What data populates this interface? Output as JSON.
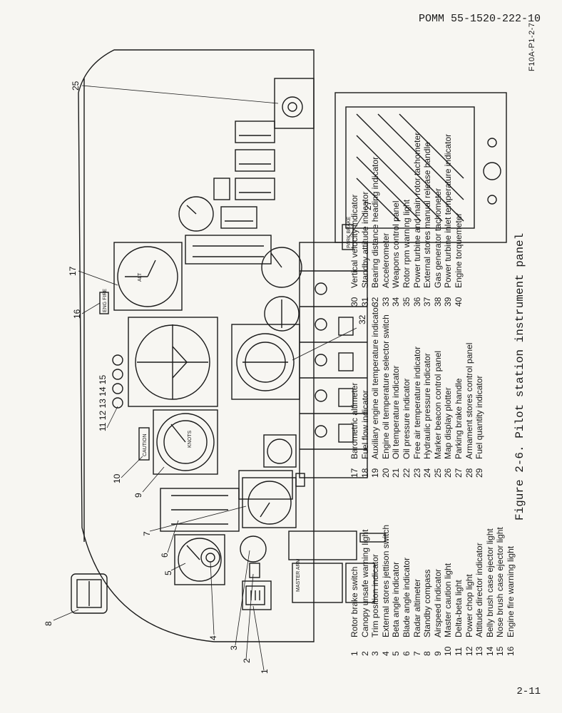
{
  "document_id": "POMM 55-1520-222-10",
  "page_number": "2-11",
  "figure_id": "F10A-P1-2-7",
  "caption": "Figure 2-6.  Pilot station instrument panel",
  "legend": [
    {
      "num": "1",
      "label": "Rotor brake switch"
    },
    {
      "num": "2",
      "label": "Canopy unsafe warning light"
    },
    {
      "num": "3",
      "label": "Trim position indicator"
    },
    {
      "num": "4",
      "label": "External stores jettison switch"
    },
    {
      "num": "5",
      "label": "Beta angle indicator"
    },
    {
      "num": "6",
      "label": "Blade angle indicator"
    },
    {
      "num": "7",
      "label": "Radar altimeter"
    },
    {
      "num": "8",
      "label": "Standby compass"
    },
    {
      "num": "9",
      "label": "Airspeed indicator"
    },
    {
      "num": "10",
      "label": "Master caution light"
    },
    {
      "num": "11",
      "label": "Delta-beta light"
    },
    {
      "num": "12",
      "label": "Power chop light"
    },
    {
      "num": "13",
      "label": "Attitude director indicator"
    },
    {
      "num": "14",
      "label": "Belly brush case ejector light"
    },
    {
      "num": "15",
      "label": "Nose brush case ejector light"
    },
    {
      "num": "16",
      "label": "Engine fire warning light"
    },
    {
      "num": "17",
      "label": "Barometric altimeter"
    },
    {
      "num": "18",
      "label": "Fuel flow indicator"
    },
    {
      "num": "19",
      "label": "Auxiliary engine oil temperature indicator"
    },
    {
      "num": "20",
      "label": "Engine oil temperature selector switch"
    },
    {
      "num": "21",
      "label": "Oil temperature indicator"
    },
    {
      "num": "22",
      "label": "Oil pressure indicator"
    },
    {
      "num": "23",
      "label": "Free air temperature indicator"
    },
    {
      "num": "24",
      "label": "Hydraulic pressure indicator"
    },
    {
      "num": "25",
      "label": "Marker beacon control panel"
    },
    {
      "num": "26",
      "label": "Map display plotter"
    },
    {
      "num": "27",
      "label": "Parking brake handle"
    },
    {
      "num": "28",
      "label": "Armament stores control panel"
    },
    {
      "num": "29",
      "label": "Fuel quantity indicator"
    },
    {
      "num": "30",
      "label": "Vertical velocity indicator"
    },
    {
      "num": "31",
      "label": "Standby attitude indicator"
    },
    {
      "num": "32",
      "label": "Bearing distance heading indicator"
    },
    {
      "num": "33",
      "label": "Accelerometer"
    },
    {
      "num": "34",
      "label": "Weapons control panel"
    },
    {
      "num": "35",
      "label": "Rotor rpm warning light"
    },
    {
      "num": "36",
      "label": "Power turbine and main rotor tachometer"
    },
    {
      "num": "37",
      "label": "External stores manual release handle"
    },
    {
      "num": "38",
      "label": "Gas generator tachometer"
    },
    {
      "num": "39",
      "label": "Power turbine inlet temperature indicator"
    },
    {
      "num": "40",
      "label": "Engine torquemeter"
    }
  ],
  "panel_labels": {
    "caution": "CAUTION",
    "eng_fire": "ENG FIRE",
    "park_brake": "PARK BRAKE",
    "master_arm": "MASTER ARM",
    "knots": "KNOTS",
    "alt": "ALT"
  }
}
